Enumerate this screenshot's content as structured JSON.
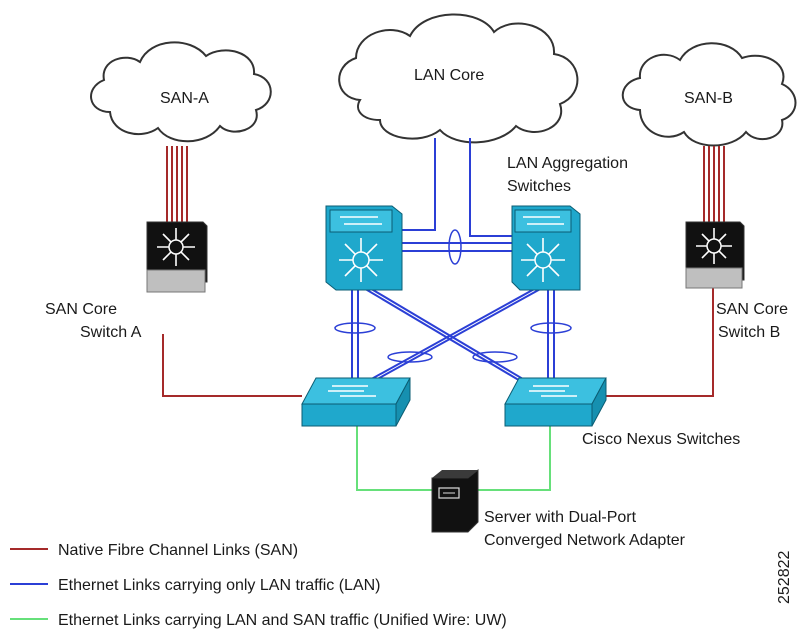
{
  "diagram": {
    "clouds": {
      "san_a": "SAN-A",
      "lan_core": "LAN Core",
      "san_b": "SAN-B"
    },
    "labels": {
      "lan_aggregation_line1": "LAN Aggregation",
      "lan_aggregation_line2": "Switches",
      "san_core_a_line1": "SAN Core",
      "san_core_a_line2": "Switch A",
      "san_core_b_line1": "SAN Core",
      "san_core_b_line2": "Switch  B",
      "nexus": "Cisco Nexus Switches",
      "server_line1": "Server with Dual-Port",
      "server_line2": "Converged Network Adapter",
      "figure_id": "252822"
    },
    "legend": [
      {
        "label": "Native Fibre Channel Links (SAN)",
        "color": "#a52a2a"
      },
      {
        "label": "Ethernet Links carrying only LAN traffic (LAN)",
        "color": "#2b3fd6"
      },
      {
        "label": "Ethernet Links carrying LAN and SAN traffic (Unified Wire: UW)",
        "color": "#66e07a"
      }
    ],
    "colors": {
      "san_link": "#a52a2a",
      "lan_link": "#2b3fd6",
      "uw_link": "#66e07a",
      "switch_cyan": "#1fa8cc",
      "switch_dark": "#111111"
    }
  }
}
